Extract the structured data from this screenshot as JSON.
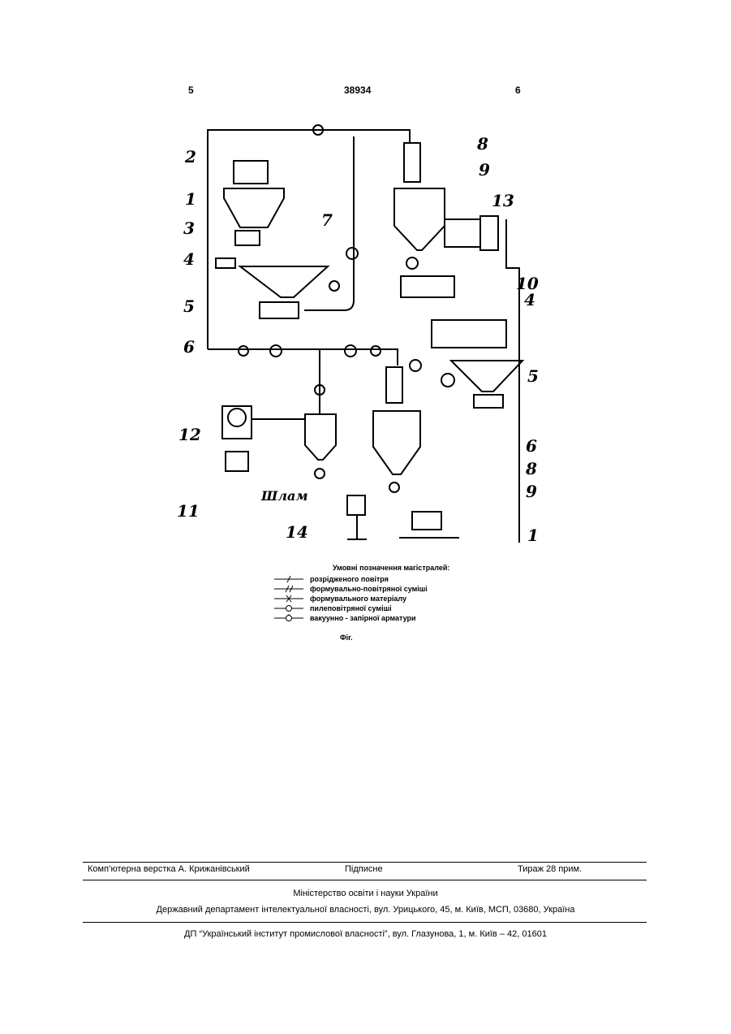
{
  "header": {
    "left_page": "5",
    "patent_number": "38934",
    "right_page": "6"
  },
  "figure": {
    "labels_left": [
      "2",
      "1",
      "3",
      "4",
      "5",
      "6",
      "7",
      "12",
      "11",
      "14"
    ],
    "labels_right": [
      "8",
      "9",
      "13",
      "10",
      "4",
      "5",
      "6",
      "8",
      "9",
      "1"
    ],
    "slurry_label": "Шлам"
  },
  "legend": {
    "title": "Умовні позначення магістралей:",
    "items": [
      {
        "symbol": "/",
        "text": "розрідженого повітря"
      },
      {
        "symbol": "//",
        "text": "формувально-повітряної суміші"
      },
      {
        "symbol": "x",
        "text": "формувального матеріалу"
      },
      {
        "symbol": "o",
        "text": "пилеповітряної суміші"
      },
      {
        "symbol": "valve",
        "text": "вакуунно - запірної арматури"
      }
    ],
    "caption": "Фіг."
  },
  "imprint": {
    "layout": "Комп’ютерна верстка А. Крижанівський",
    "signed": "Підписне",
    "circulation": "Тираж 28 прим.",
    "ministry": "Міністерство освіти і науки України",
    "department": "Державний департамент інтелектуальної власності, вул. Урицького, 45, м. Київ, МСП, 03680, Україна",
    "institute": "ДП “Український інститут промислової власності”, вул. Глазунова, 1, м. Київ – 42, 01601"
  }
}
